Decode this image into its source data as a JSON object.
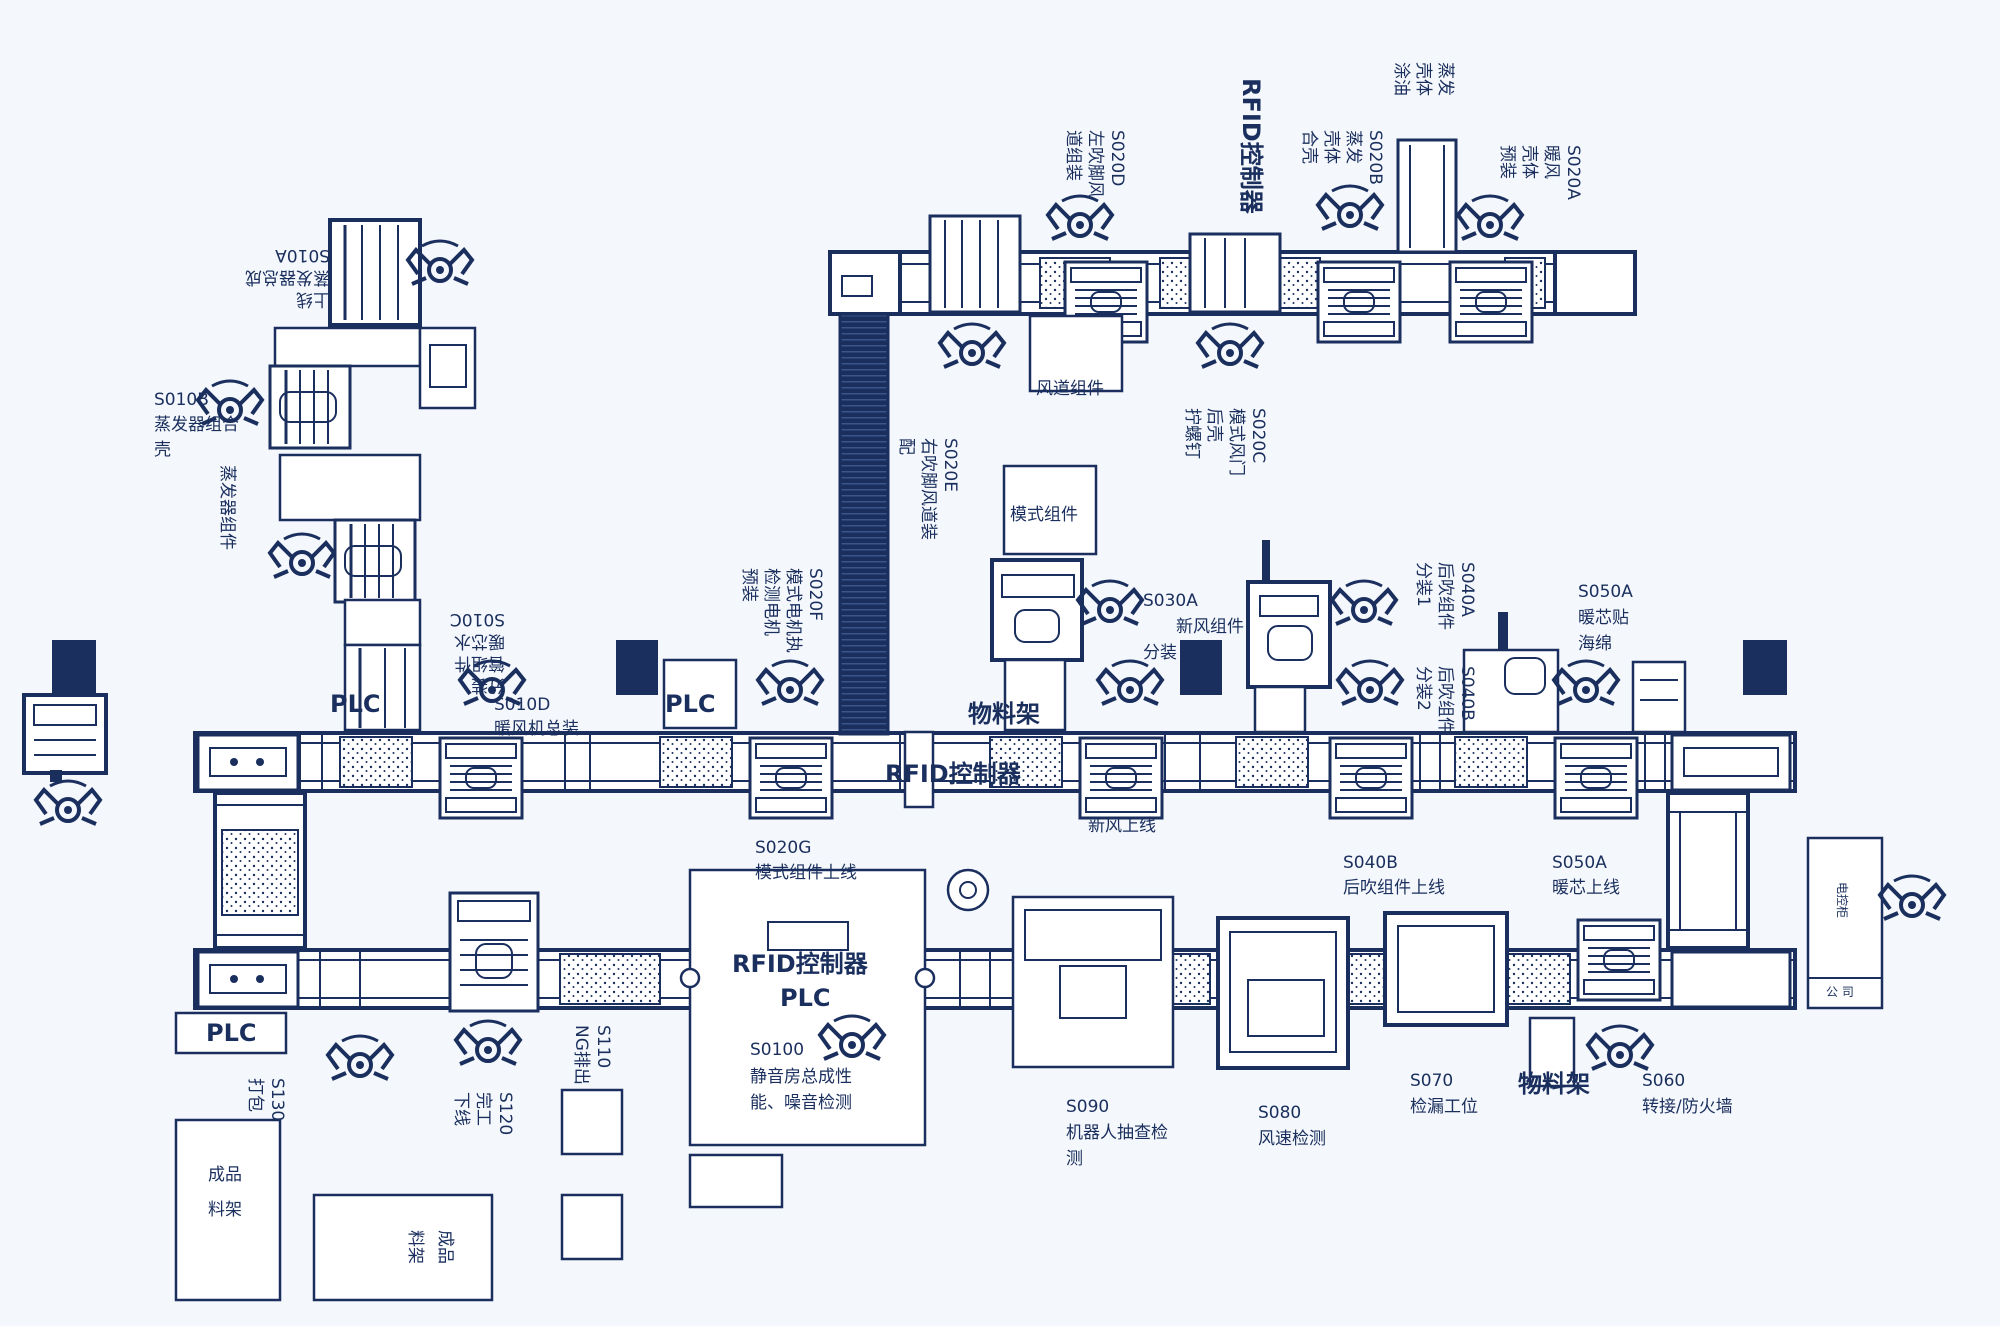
{
  "colors": {
    "line": "#1a2f5e",
    "background": "#f4f7fb"
  },
  "labels": {
    "s010a": [
      "S010A",
      "蒸发器总成",
      "上线"
    ],
    "s010b": [
      "S010B",
      "蒸发器组合",
      "壳"
    ],
    "s010b_side": "蒸发器组件",
    "s010c": [
      "S010C",
      "暖芯水",
      "管组件",
      "分装"
    ],
    "s010d": [
      "S010D",
      "暖风机总装"
    ],
    "plc_upper": "PLC",
    "plc_mid": "PLC",
    "s020a": [
      "S020A",
      "暖风",
      "壳体",
      "预装"
    ],
    "s020b": [
      "S020B",
      "蒸发",
      "壳体",
      "合壳"
    ],
    "s020b_top": [
      "蒸发",
      "壳体",
      "涂油"
    ],
    "rfid_top": "RFID控制器",
    "s020c": [
      "S020C",
      "模式风门",
      "后壳",
      "拧螺钉"
    ],
    "s020d": [
      "S020D",
      "左吹脚风",
      "道组装"
    ],
    "s020e": [
      "S020E",
      "右吹脚风道装",
      "配"
    ],
    "s020f": [
      "S020F",
      "模式电机执",
      "检测电机",
      "预装"
    ],
    "s020g": [
      "S020G",
      "模式组件上线"
    ],
    "box_top": "风道组件",
    "box_mid": "模式组件",
    "s030a": [
      "S030A",
      "新风组件",
      "分装"
    ],
    "s040a": [
      "S040A",
      "后吹组件",
      "分装1"
    ],
    "s040b_up": [
      "S040B",
      "后吹组件",
      "分装2"
    ],
    "s050a_up": [
      "S050A",
      "暖芯贴",
      "海绵"
    ],
    "material_mid": "物料架",
    "rfid_mid": "RFID控制器",
    "xinfeng": "新风上线",
    "s040b": [
      "S040B",
      "后吹组件上线"
    ],
    "s050a": [
      "S050A",
      "暖芯上线"
    ],
    "rfid_center": "RFID控制器",
    "plc_center": "PLC",
    "s0100": [
      "S0100",
      "静音房总成性",
      "能、噪音检测"
    ],
    "plc_left": "PLC",
    "s110": [
      "S110",
      "NG排出"
    ],
    "s120": [
      "S120",
      "完工",
      "下线"
    ],
    "s130": [
      "S130",
      "打包"
    ],
    "s090": [
      "S090",
      "机器人抽查检",
      "测"
    ],
    "s080": [
      "S080",
      "风速检测"
    ],
    "s070": [
      "S070",
      "检漏工位"
    ],
    "material_low": "物料架",
    "s060": [
      "S060",
      "转接/防火墙"
    ],
    "finished_1": [
      "成品",
      "料架"
    ],
    "finished_2": [
      "成品",
      "料架"
    ],
    "cabinet_right": "电控柜",
    "cabinet_right2": "公 司"
  }
}
